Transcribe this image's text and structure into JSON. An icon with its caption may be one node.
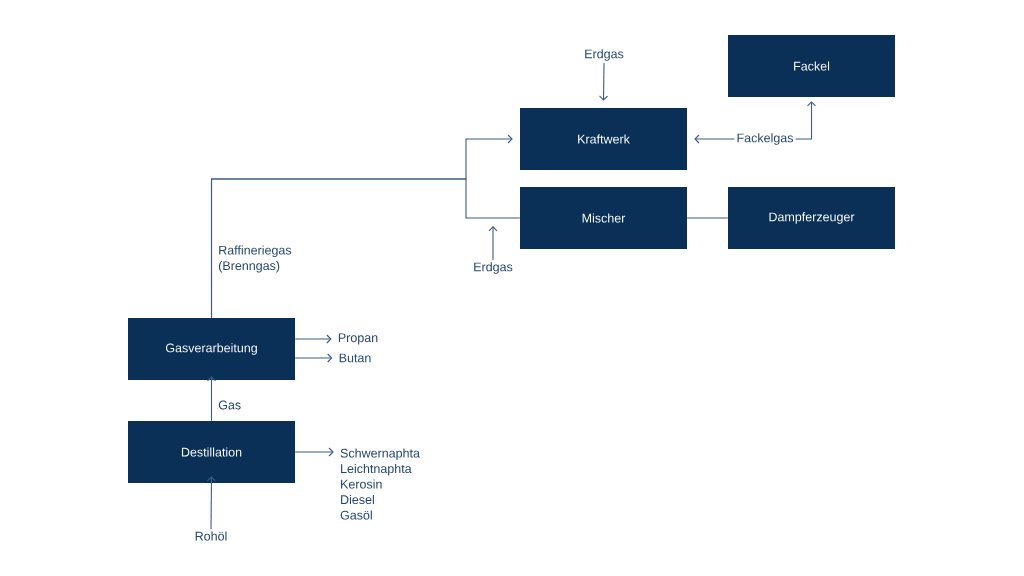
{
  "diagram": {
    "nodes": [
      {
        "text": [
          "Fackel"
        ]
      },
      {
        "text": [
          "Erdgas"
        ]
      },
      {
        "text": [
          "Kraftwerk"
        ]
      },
      {
        "text": [
          "Fackelgas"
        ]
      },
      {
        "text": [
          "Mischer"
        ]
      },
      {
        "text": [
          "Dampferzeuger"
        ]
      },
      {
        "text": [
          "Erdgas"
        ]
      },
      {
        "text": [
          "Gasverarbeitung"
        ]
      },
      {
        "text": [
          "Propan"
        ]
      },
      {
        "text": [
          "Butan"
        ]
      },
      {
        "text": [
          "Destillation"
        ]
      },
      {
        "text": [
          "Schwernaphta",
          "Leichtnaphta",
          "Kerosin",
          "Diesel",
          "Gasöl"
        ]
      },
      {
        "text": [
          "Rohöl"
        ]
      }
    ],
    "edges": [
      {
        "from": 1,
        "to": 2,
        "arrow": "to"
      },
      {
        "from": 3,
        "to": 2,
        "arrow": "to"
      },
      {
        "from": 3,
        "to": 0,
        "arrow": "to"
      },
      {
        "from": 4,
        "to": 5,
        "arrow": "none"
      },
      {
        "from": 6,
        "to": 4,
        "arrow": "to"
      },
      {
        "from": 7,
        "to": 2,
        "arrow": "to",
        "label": "Raffineriegas (Brenngas)"
      },
      {
        "from": 7,
        "to": 4,
        "arrow": "none"
      },
      {
        "from": 7,
        "to": 8,
        "arrow": "to"
      },
      {
        "from": 7,
        "to": 9,
        "arrow": "to"
      },
      {
        "from": 10,
        "to": 7,
        "arrow": "to",
        "label": "Gas"
      },
      {
        "from": 10,
        "to": 11,
        "arrow": "to"
      },
      {
        "from": 12,
        "to": 10,
        "arrow": "to"
      }
    ]
  }
}
